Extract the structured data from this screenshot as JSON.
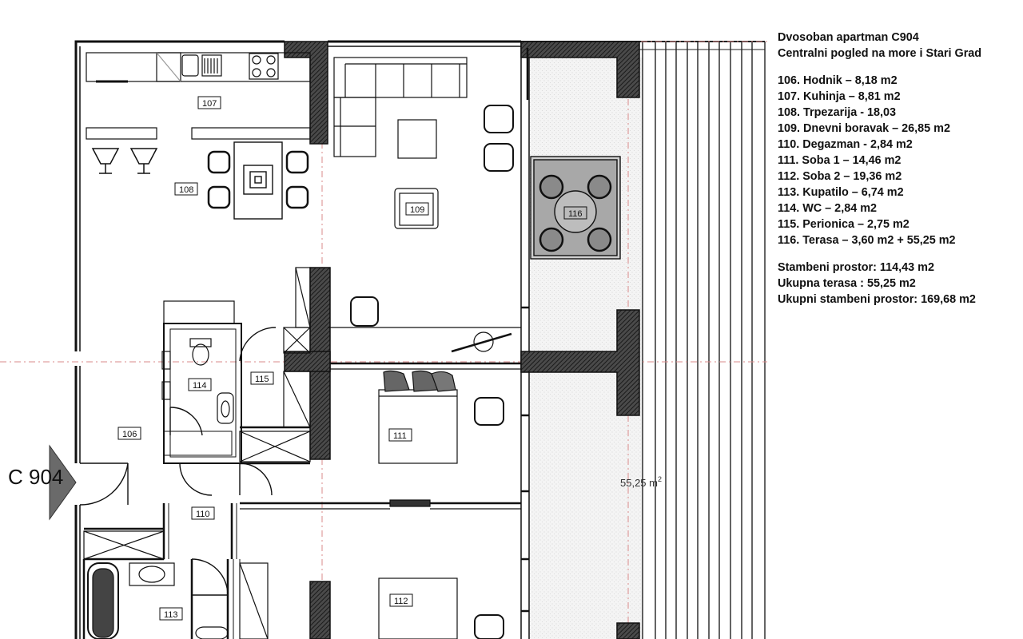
{
  "legend": {
    "title": "Dvosoban apartman C904",
    "subtitle": "Centralni pogled na more i Stari Grad",
    "rooms": [
      "106. Hodnik – 8,18 m2",
      "107. Kuhinja – 8,81 m2",
      "108. Trpezarija - 18,03",
      "109. Dnevni boravak – 26,85 m2",
      "110. Degazman - 2,84 m2",
      "111. Soba 1 – 14,46 m2",
      "112. Soba 2 – 19,36 m2",
      "113. Kupatilo – 6,74 m2",
      "114. WC – 2,84 m2",
      "115. Perionica – 2,75 m2",
      "116. Terasa – 3,60 m2 + 55,25 m2"
    ],
    "totals": [
      "Stambeni prostor: 114,43 m2",
      "Ukupna terasa : 55,25 m2",
      "Ukupni stambeni prostor: 169,68 m2"
    ]
  },
  "plan": {
    "entrance_label": "C 904",
    "terrace_area": "55,25 m",
    "terrace_area_sup": "2",
    "room_tags": {
      "r106": "106",
      "r107": "107",
      "r108": "108",
      "r109": "109",
      "r110": "110",
      "r111": "111",
      "r112": "112",
      "r113": "113",
      "r114": "114",
      "r115": "115",
      "r116": "116"
    }
  }
}
